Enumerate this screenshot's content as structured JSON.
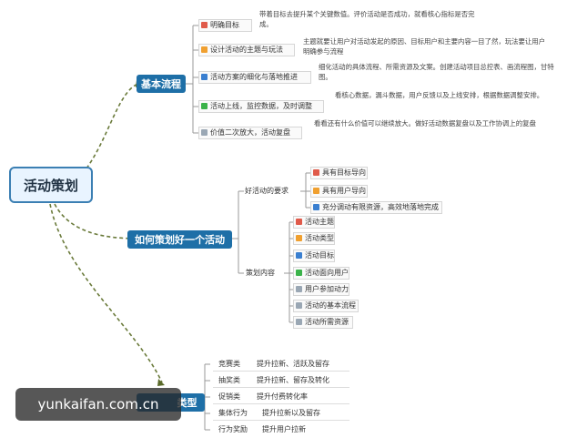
{
  "root": {
    "label": "活动策划"
  },
  "colors": {
    "red": "#e05a4a",
    "orange": "#f0a030",
    "blue": "#3a7fd0",
    "green": "#3bb34a",
    "gray": "#9aa7b4",
    "main": "#1e6fa7"
  },
  "branch1": {
    "label": "基本流程",
    "items": [
      {
        "num": "1",
        "color": "red",
        "label": "明确目标",
        "desc": "带着目标去提升某个关键数值。评价活动是否成功，就看核心指标是否完成。"
      },
      {
        "num": "2",
        "color": "orange",
        "label": "设计活动的主题与玩法",
        "desc": "主题就要让用户对活动发起的原因、目标用户和主要内容一目了然，玩法要让用户明确参与流程"
      },
      {
        "num": "3",
        "color": "blue",
        "label": "活动方案的细化与落地推进",
        "desc": "细化活动的具体流程、所需资源及文案。创建活动项目总控表、画流程图，甘特图。"
      },
      {
        "num": "4",
        "color": "green",
        "label": "活动上线，监控数据，及时调整",
        "desc": "看核心数据，漏斗数据，用户反馈以及上线安排，根据数据调整安排。"
      },
      {
        "num": "5",
        "color": "gray",
        "label": "价值二次放大，活动复盘",
        "desc": "看看还有什么价值可以继续放大。做好活动数据复盘以及工作协调上的复盘"
      }
    ]
  },
  "branch2": {
    "label": "如何策划好一个活动",
    "group1": {
      "label": "好活动的要求",
      "items": [
        {
          "num": "1",
          "color": "red",
          "label": "具有目标导向"
        },
        {
          "num": "2",
          "color": "orange",
          "label": "具有用户导向"
        },
        {
          "num": "3",
          "color": "blue",
          "label": "充分调动有限资源，高效地落地完成"
        }
      ]
    },
    "group2": {
      "label": "策划内容",
      "items": [
        {
          "num": "1",
          "color": "red",
          "label": "活动主题"
        },
        {
          "num": "2",
          "color": "orange",
          "label": "活动类型"
        },
        {
          "num": "3",
          "color": "blue",
          "label": "活动目标"
        },
        {
          "num": "4",
          "color": "green",
          "label": "活动面向用户"
        },
        {
          "num": "5",
          "color": "gray",
          "label": "用户参加动力"
        },
        {
          "num": "6",
          "color": "gray",
          "label": "活动的基本流程"
        },
        {
          "num": "7",
          "color": "gray",
          "label": "活动所需资源"
        }
      ]
    }
  },
  "branch3": {
    "label": "类型",
    "items": [
      {
        "type": "竞赛类",
        "desc": "提升拉新、活跃及留存"
      },
      {
        "type": "抽奖类",
        "desc": "提升拉新、留存及转化"
      },
      {
        "type": "促销类",
        "desc": "提升付费转化率"
      },
      {
        "type": "集体行为",
        "desc": "提升拉新以及留存"
      },
      {
        "type": "行为奖励",
        "desc": "提升用户拉新"
      }
    ]
  },
  "watermark": "yunkaifan.com.cn"
}
